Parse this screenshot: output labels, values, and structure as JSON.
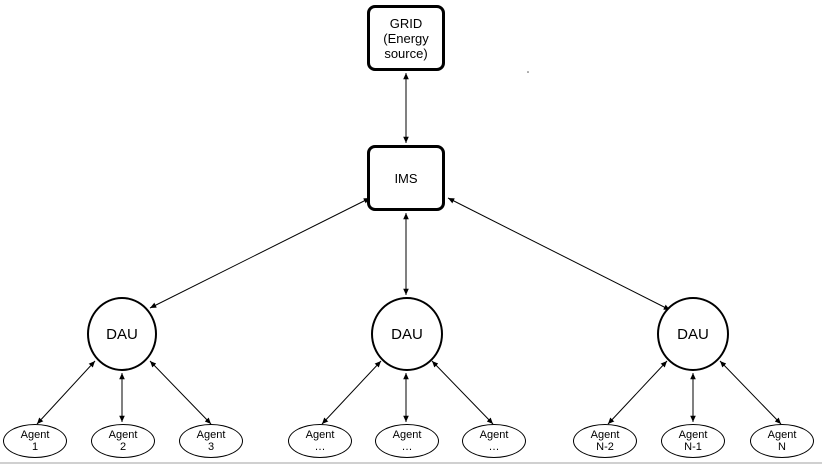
{
  "grid": {
    "lines": [
      "GRID",
      "(Energy",
      "source)"
    ]
  },
  "ims": {
    "label": "IMS"
  },
  "daus": [
    {
      "label": "DAU"
    },
    {
      "label": "DAU"
    },
    {
      "label": "DAU"
    }
  ],
  "agents": [
    {
      "line1": "Agent",
      "line2": "1"
    },
    {
      "line1": "Agent",
      "line2": "2"
    },
    {
      "line1": "Agent",
      "line2": "3"
    },
    {
      "line1": "Agent",
      "line2": "…"
    },
    {
      "line1": "Agent",
      "line2": "…"
    },
    {
      "line1": "Agent",
      "line2": "…"
    },
    {
      "line1": "Agent",
      "line2": "N-2"
    },
    {
      "line1": "Agent",
      "line2": "N-1"
    },
    {
      "line1": "Agent",
      "line2": "N"
    }
  ]
}
